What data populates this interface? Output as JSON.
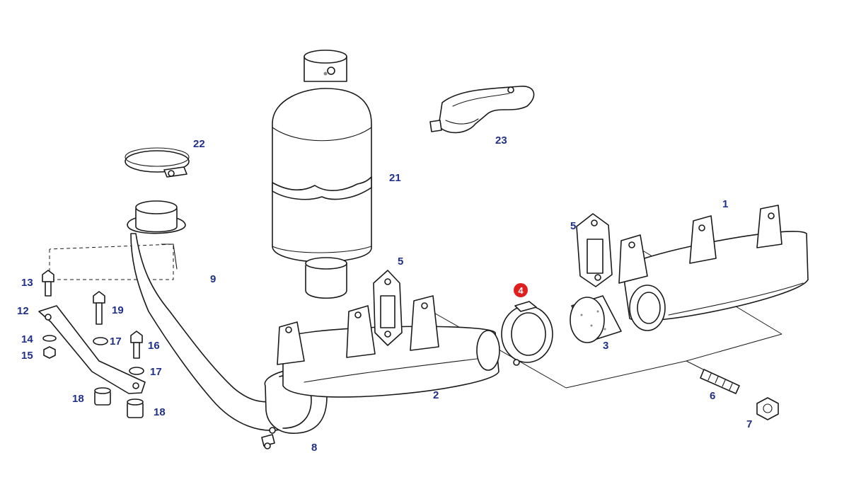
{
  "diagram": {
    "colors": {
      "callout": "#1f2f8a",
      "line": "#1a1a1a",
      "highlight": "#e02020"
    },
    "callouts": {
      "c1": "1",
      "c2": "2",
      "c3": "3",
      "c4": "4",
      "c5a": "5",
      "c5b": "5",
      "c6": "6",
      "c7": "7",
      "c8": "8",
      "c9": "9",
      "c12": "12",
      "c13": "13",
      "c14": "14",
      "c15": "15",
      "c16": "16",
      "c17a": "17",
      "c17b": "17",
      "c18a": "18",
      "c18b": "18",
      "c19": "19",
      "c21": "21",
      "c22": "22",
      "c23": "23"
    },
    "highlighted_callout": "4"
  }
}
